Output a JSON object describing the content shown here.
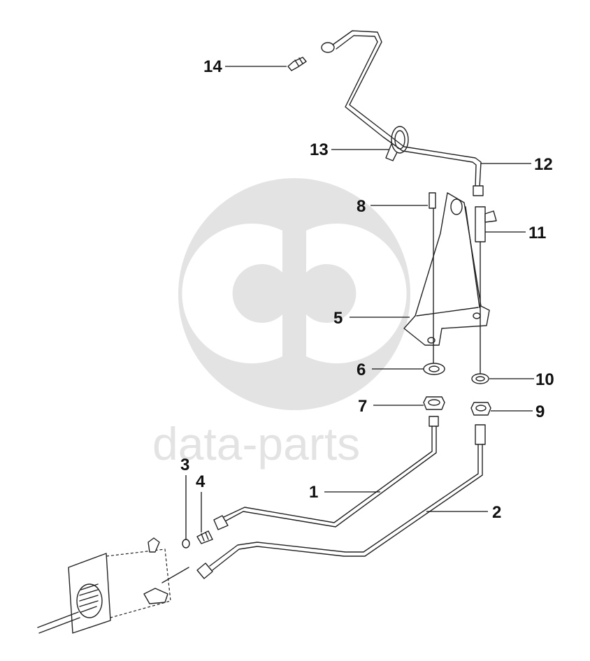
{
  "watermark": {
    "brand_text": "data-parts",
    "logo_icon": "gd-circle-logo",
    "logo_color": "#e3e3e3"
  },
  "colors": {
    "line": "#222222",
    "label": "#111111",
    "background": "#ffffff"
  },
  "callouts": [
    {
      "id": "1",
      "text": "1"
    },
    {
      "id": "2",
      "text": "2"
    },
    {
      "id": "3",
      "text": "3"
    },
    {
      "id": "4",
      "text": "4"
    },
    {
      "id": "5",
      "text": "5"
    },
    {
      "id": "6",
      "text": "6"
    },
    {
      "id": "7",
      "text": "7"
    },
    {
      "id": "8",
      "text": "8"
    },
    {
      "id": "9",
      "text": "9"
    },
    {
      "id": "10",
      "text": "10"
    },
    {
      "id": "11",
      "text": "11"
    },
    {
      "id": "12",
      "text": "12"
    },
    {
      "id": "13",
      "text": "13"
    },
    {
      "id": "14",
      "text": "14"
    }
  ]
}
